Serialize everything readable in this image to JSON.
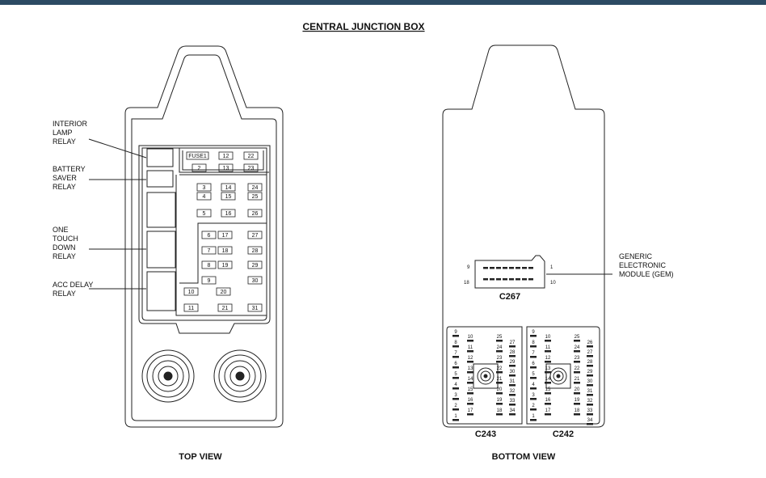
{
  "colors": {
    "line": "#222222",
    "topbar": "#2c4a63",
    "background": "#ffffff"
  },
  "title": "CENTRAL JUNCTION BOX",
  "top_view": {
    "caption": "TOP VIEW",
    "relay_labels": {
      "interior_lamp": [
        "INTERIOR",
        "LAMP",
        "RELAY"
      ],
      "battery_saver": [
        "BATTERY",
        "SAVER",
        "RELAY"
      ],
      "one_touch_down": [
        "ONE",
        "TOUCH",
        "DOWN",
        "RELAY"
      ],
      "acc_delay": [
        "ACC DELAY",
        "RELAY"
      ]
    },
    "fuses": [
      "FUSE1",
      "12",
      "22",
      "2",
      "13",
      "23",
      "3",
      "14",
      "24",
      "4",
      "15",
      "25",
      "5",
      "16",
      "26",
      "6",
      "17",
      "27",
      "7",
      "18",
      "28",
      "8",
      "19",
      "29",
      "9",
      "30",
      "10",
      "20",
      "11",
      "21",
      "31"
    ]
  },
  "bottom_view": {
    "caption": "BOTTOM VIEW",
    "gem": {
      "name": "C267",
      "label": [
        "GENERIC",
        "ELECTRONIC",
        "MODULE (GEM)"
      ],
      "pins": [
        "9",
        "1",
        "18",
        "10"
      ]
    },
    "connectors": [
      {
        "name": "C243",
        "left_pins": [
          "9",
          "8",
          "7",
          "6",
          "5",
          "4",
          "3",
          "2",
          "1"
        ],
        "mid_pins": [
          "10",
          "11",
          "12",
          "13",
          "14",
          "15",
          "16",
          "17"
        ],
        "right_inner_pins": [
          "25",
          "24",
          "23",
          "22",
          "21",
          "20",
          "19",
          "18"
        ],
        "right_outer_pins": [
          "27",
          "28",
          "29",
          "30",
          "31",
          "32",
          "33",
          "34"
        ]
      },
      {
        "name": "C242",
        "left_pins": [
          "9",
          "8",
          "7",
          "6",
          "5",
          "4",
          "3",
          "2",
          "1"
        ],
        "mid_pins": [
          "10",
          "11",
          "12",
          "13",
          "14",
          "15",
          "16",
          "17"
        ],
        "right_inner_pins": [
          "25",
          "24",
          "23",
          "22",
          "21",
          "20",
          "19",
          "18"
        ],
        "right_outer_pins": [
          "26",
          "27",
          "28",
          "29",
          "30",
          "31",
          "32",
          "33",
          "34"
        ]
      }
    ]
  }
}
